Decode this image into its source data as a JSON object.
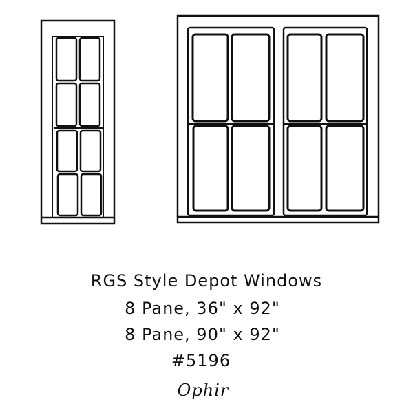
{
  "caption": {
    "title": "RGS Style Depot Windows",
    "line1": "8 Pane, 36\" x 92\"",
    "line2": "8 Pane, 90\" x 92\"",
    "part_number": "#5196",
    "brand": "Ophir"
  },
  "colors": {
    "ink": "#111111",
    "background": "#ffffff"
  }
}
